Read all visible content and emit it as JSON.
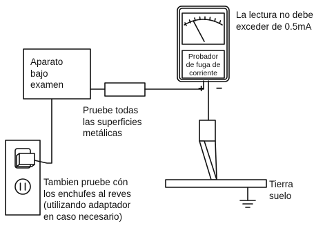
{
  "note_limit": "La lectura no debe\nexceder de 0.5mA",
  "device_label": "Aparato\nbajo\nexamen",
  "tester_label": "Probador\nde fuga de\ncorriente",
  "polarity": {
    "plus": "+",
    "minus": "−"
  },
  "surfaces_note": "Pruebe todas\nlas superficies\nmetálicas",
  "outlet_note": "Tambien pruebe cón\nlos enchufes al reves\n(utilizando adaptador\nen caso necesario)",
  "ground_label": "Tierra\nsuelo",
  "icons": [
    "analog-meter-icon",
    "wall-outlet-icon",
    "ground-symbol-icon",
    "probe-icon"
  ],
  "colors": {
    "line": "#111111",
    "background": "#ffffff"
  }
}
